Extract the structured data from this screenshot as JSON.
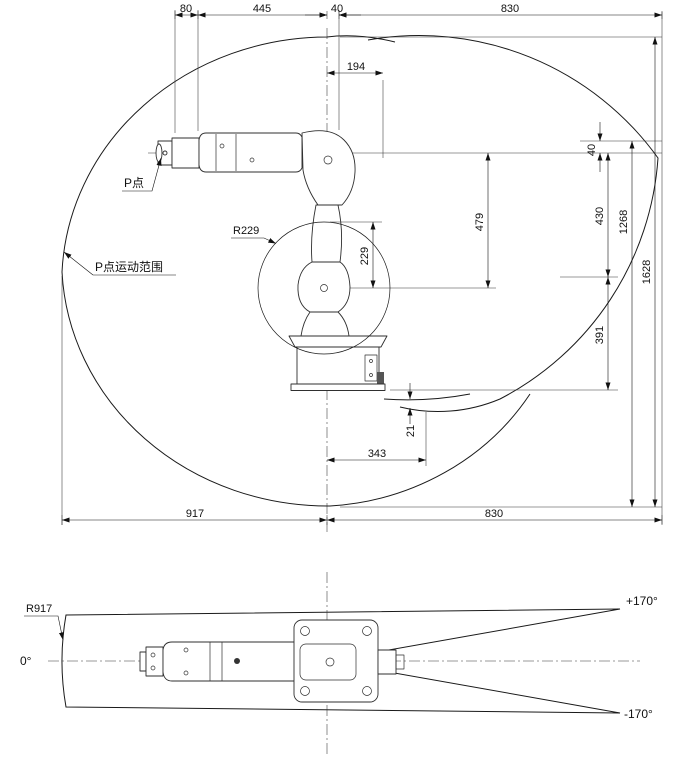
{
  "side_view": {
    "top_dims": {
      "a": "80",
      "b": "445",
      "c": "40",
      "d": "830"
    },
    "mid_dims": {
      "shoulder_offset": "194",
      "elbow_radius_leader": "R229",
      "elbow_radius": "229",
      "gap": "21",
      "base_reach": "343"
    },
    "right_dims": {
      "wrist_offset": "40",
      "p_to_elbow": "479",
      "upper": "430",
      "inner_total": "1268",
      "overall": "1628",
      "lower": "391"
    },
    "bottom_dims": {
      "left_reach": "917",
      "right_reach": "830"
    },
    "callouts": {
      "p_point": "P点",
      "p_range": "P点运动范围"
    }
  },
  "top_view": {
    "callouts": {
      "radius": "R917",
      "zero": "0°",
      "plus": "+170°",
      "minus": "-170°"
    }
  }
}
